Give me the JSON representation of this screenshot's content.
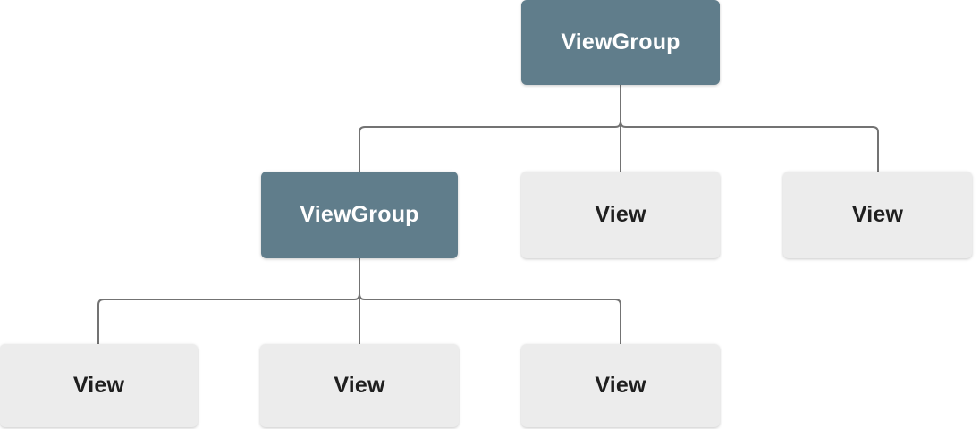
{
  "diagram": {
    "type": "tree",
    "nodes": [
      {
        "id": "root",
        "label": "ViewGroup",
        "kind": "viewgroup",
        "level": 1,
        "parent": null
      },
      {
        "id": "l2-vg",
        "label": "ViewGroup",
        "kind": "viewgroup",
        "level": 2,
        "parent": "root"
      },
      {
        "id": "l2-view1",
        "label": "View",
        "kind": "view",
        "level": 2,
        "parent": "root"
      },
      {
        "id": "l2-view2",
        "label": "View",
        "kind": "view",
        "level": 2,
        "parent": "root"
      },
      {
        "id": "l3-view1",
        "label": "View",
        "kind": "view",
        "level": 3,
        "parent": "l2-vg"
      },
      {
        "id": "l3-view2",
        "label": "View",
        "kind": "view",
        "level": 3,
        "parent": "l2-vg"
      },
      {
        "id": "l3-view3",
        "label": "View",
        "kind": "view",
        "level": 3,
        "parent": "l2-vg"
      }
    ]
  },
  "colors": {
    "viewgroup_bg": "#607D8B",
    "viewgroup_text": "#FFFFFF",
    "view_bg": "#ECECEC",
    "view_text": "#1F1F1F",
    "connector": "#737373",
    "background": "#FFFFFF"
  }
}
